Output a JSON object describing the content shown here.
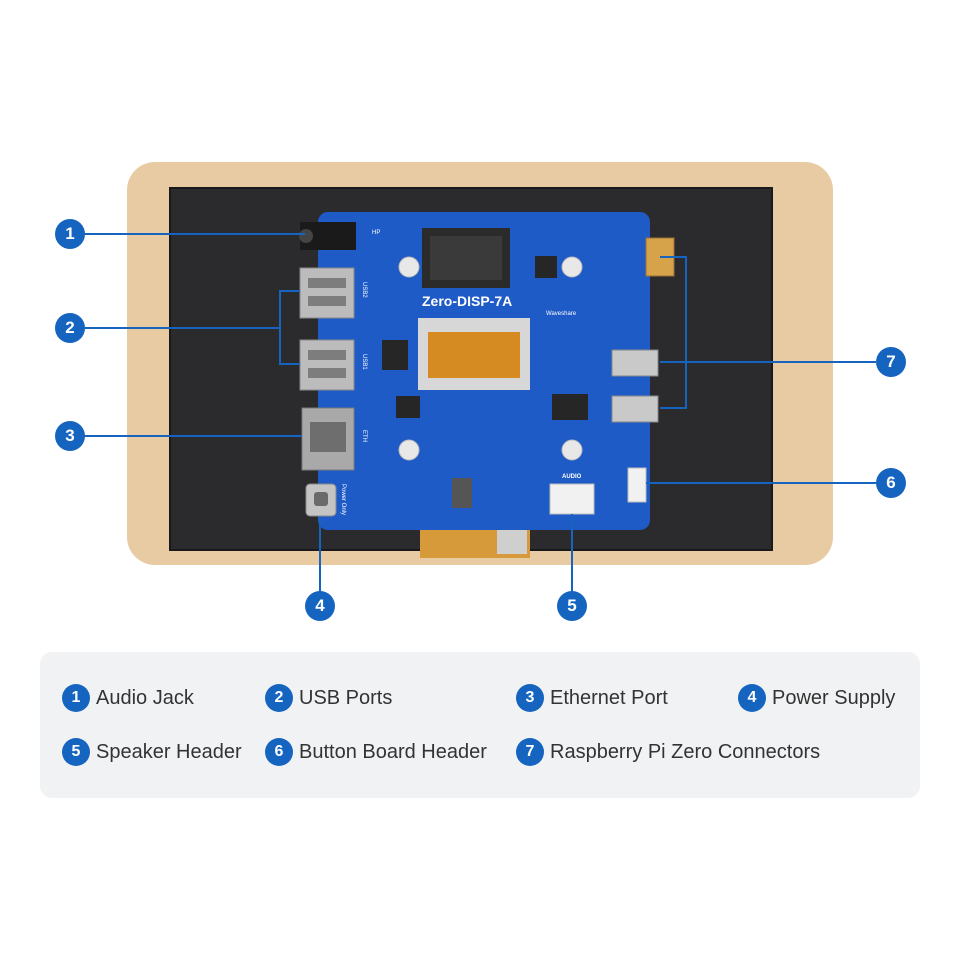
{
  "board": {
    "model_label": "Zero-DISP-7A",
    "brand_label": "Waveshare",
    "port_labels": {
      "usb2": "USB2",
      "usb1": "USB1",
      "eth": "ETH",
      "power_only": "Power Only",
      "audio": "AUDIO",
      "hp": "HP"
    }
  },
  "callouts": [
    "1",
    "2",
    "3",
    "4",
    "5",
    "6",
    "7"
  ],
  "legend": [
    {
      "num": "1",
      "label": "Audio Jack"
    },
    {
      "num": "2",
      "label": "USB Ports"
    },
    {
      "num": "3",
      "label": "Ethernet Port"
    },
    {
      "num": "4",
      "label": "Power Supply"
    },
    {
      "num": "5",
      "label": "Speaker Header"
    },
    {
      "num": "6",
      "label": "Button Board Header"
    },
    {
      "num": "7",
      "label": "Raspberry Pi Zero Connectors"
    }
  ],
  "colors": {
    "accent": "#1565c0",
    "board": "#1e5bc6",
    "frame": "#e9cba3",
    "screen": "#2a2a2c"
  }
}
